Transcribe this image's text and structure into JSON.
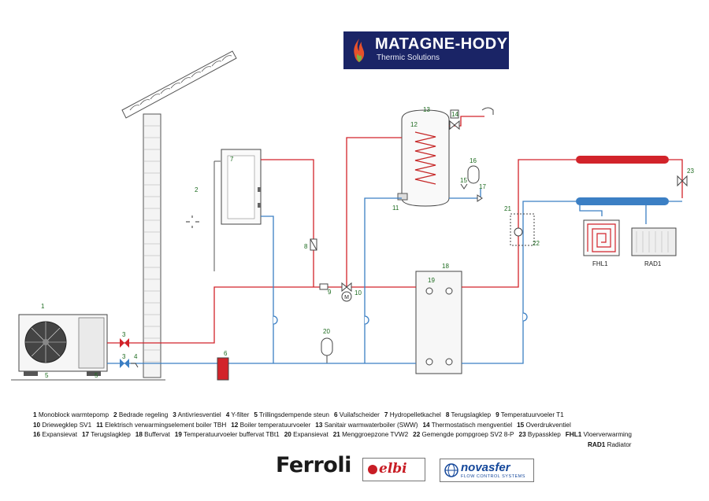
{
  "brand": {
    "name": "MATAGNE-HODY",
    "tagline": "Thermic Solutions"
  },
  "diagram": {
    "numbers": {
      "n1": "1",
      "n2": "2",
      "n3a": "3",
      "n3b": "3",
      "n4": "4",
      "n5a": "5",
      "n5b": "5",
      "n6": "6",
      "n7": "7",
      "n8": "8",
      "n9": "9",
      "n10": "10",
      "n11": "11",
      "n12": "12",
      "n13": "13",
      "n14": "14",
      "n15": "15",
      "n16": "16",
      "n17": "17",
      "n18": "18",
      "n19": "19",
      "n20": "20",
      "n21": "21",
      "n22": "22",
      "n23": "23"
    },
    "fhl1": "FHL1",
    "rad1": "RAD1",
    "motor": "M"
  },
  "legend": {
    "row1": [
      {
        "n": "1",
        "t": "Monoblock warmtepomp"
      },
      {
        "n": "2",
        "t": "Bedrade regeling"
      },
      {
        "n": "3",
        "t": "Antivriesventiel"
      },
      {
        "n": "4",
        "t": "Y-filter"
      },
      {
        "n": "5",
        "t": "Trillingsdempende steun"
      },
      {
        "n": "6",
        "t": "Vuilafscheider"
      },
      {
        "n": "7",
        "t": "Hydropelletkachel"
      },
      {
        "n": "8",
        "t": "Terugslagklep"
      },
      {
        "n": "9",
        "t": "Temperatuurvoeler T1"
      }
    ],
    "row2": [
      {
        "n": "10",
        "t": "Driewegklep SV1"
      },
      {
        "n": "11",
        "t": "Elektrisch verwarmingselement boiler TBH"
      },
      {
        "n": "12",
        "t": "Boiler temperatuurvoeler"
      },
      {
        "n": "13",
        "t": "Sanitair warmwaterboiler (SWW)"
      },
      {
        "n": "14",
        "t": "Thermostatisch mengventiel"
      },
      {
        "n": "15",
        "t": "Overdrukventiel"
      }
    ],
    "row3": [
      {
        "n": "16",
        "t": "Expansievat"
      },
      {
        "n": "17",
        "t": "Terugslagklep"
      },
      {
        "n": "18",
        "t": "Buffervat"
      },
      {
        "n": "19",
        "t": "Temperatuurvoeler buffervat TBt1"
      },
      {
        "n": "20",
        "t": "Expansievat"
      },
      {
        "n": "21",
        "t": "Menggroepzone TVW2"
      },
      {
        "n": "22",
        "t": "Gemengde pompgroep SV2 8-P"
      },
      {
        "n": "23",
        "t": "Bypassklep"
      },
      {
        "n": "FHL1",
        "t": "Vloerverwarming"
      }
    ],
    "row4": [
      {
        "n": "RAD1",
        "t": "Radiator"
      }
    ]
  },
  "logos": {
    "ferroli": "Ferroli",
    "elbi": "elbi",
    "novasfer": "novasfer",
    "novasfer_sub": "FLOW CONTROL SYSTEMS"
  },
  "colors": {
    "hot": "#d2232a",
    "cold": "#3b7fc4",
    "brand_bg": "#1a2466",
    "number_green": "#1d6b1f"
  }
}
